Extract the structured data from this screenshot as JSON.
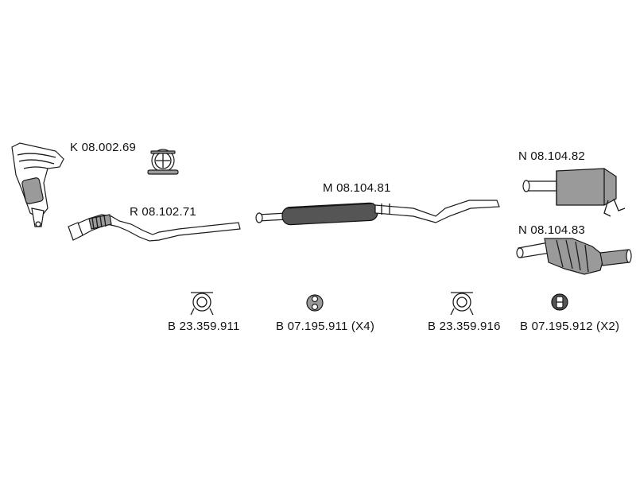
{
  "parts": {
    "catalyst": {
      "code": "K 08.002.69"
    },
    "front_pipe": {
      "code": "R 08.102.71"
    },
    "middle_silencer": {
      "code": "M 08.104.81"
    },
    "rear_silencer_a": {
      "code": "N 08.104.82"
    },
    "rear_silencer_b": {
      "code": "N 08.104.83"
    }
  },
  "fittings": {
    "clamp_1": {
      "code": "B 23.359.911"
    },
    "ring_1": {
      "code": "B 07.195.911 (X4)"
    },
    "clamp_2": {
      "code": "B 23.359.916"
    },
    "ring_2": {
      "code": "B 07.195.912 (X2)"
    }
  },
  "colors": {
    "ink": "#1a1a1a",
    "shade": "#9a9a9a",
    "dark": "#555555"
  }
}
